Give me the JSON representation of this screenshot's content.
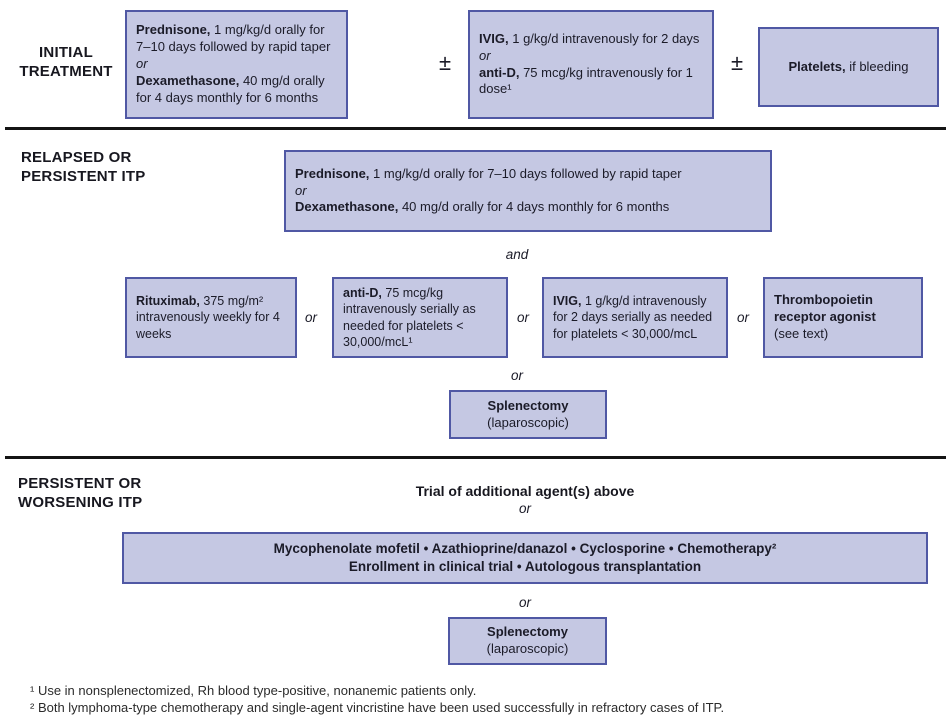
{
  "colors": {
    "box_fill": "#c5c8e3",
    "box_border": "#5058a4",
    "text": "#1b1b28",
    "divider": "#141414"
  },
  "connectors": {
    "plus_minus": "±",
    "or": "or",
    "and": "and"
  },
  "sections": {
    "initial": {
      "label": "INITIAL TREATMENT",
      "steroid_box": {
        "drug1": "Prednisone,",
        "drug1_desc": " 1 mg/kg/d orally for 7–10 days followed by rapid taper",
        "or": "or",
        "drug2": "Dexamethasone,",
        "drug2_desc": " 40 mg/d orally for 4 days monthly for 6 months"
      },
      "ivig_box": {
        "drug1": "IVIG,",
        "drug1_desc": " 1 g/kg/d intravenously for 2 days",
        "or": "or",
        "drug2": "anti-D,",
        "drug2_desc": " 75 mcg/kg intravenously for 1 dose¹"
      },
      "platelets_box": {
        "name": "Platelets,",
        "desc": "  if bleeding"
      }
    },
    "relapsed": {
      "label": "RELAPSED OR PERSISTENT ITP",
      "steroid_box": {
        "drug1": "Prednisone,",
        "drug1_desc": " 1 mg/kg/d orally for 7–10 days followed by rapid taper",
        "or": "or",
        "drug2": "Dexamethasone,",
        "drug2_desc": " 40 mg/d orally for 4 days monthly for 6 months"
      },
      "options": [
        {
          "name": "Rituximab,",
          "desc": " 375 mg/m² intravenously weekly for 4 weeks"
        },
        {
          "name": "anti-D,",
          "desc": " 75 mcg/kg intravenously serially as needed for platelets < 30,000/mcL¹"
        },
        {
          "name": "IVIG,",
          "desc": " 1 g/kg/d intravenously for 2 days serially as needed for platelets < 30,000/mcL"
        },
        {
          "name": "Thrombopoietin receptor agonist",
          "desc": "(see text)"
        }
      ],
      "splenectomy_box": {
        "name": "Splenectomy",
        "desc": "(laparoscopic)"
      }
    },
    "persistent": {
      "label": "PERSISTENT OR WORSENING ITP",
      "trial_text": "Trial of additional agent(s) above",
      "agents_box": {
        "line1": "Mycophenolate mofetil • Azathioprine/danazol • Cyclosporine • Chemotherapy²",
        "line2": "Enrollment in clinical trial • Autologous transplantation"
      },
      "splenectomy_box": {
        "name": "Splenectomy",
        "desc": "(laparoscopic)"
      }
    }
  },
  "footnotes": [
    "¹ Use in nonsplenectomized, Rh blood type-positive, nonanemic patients only.",
    "² Both lymphoma-type chemotherapy and single-agent vincristine have been used successfully in refractory cases of ITP."
  ]
}
